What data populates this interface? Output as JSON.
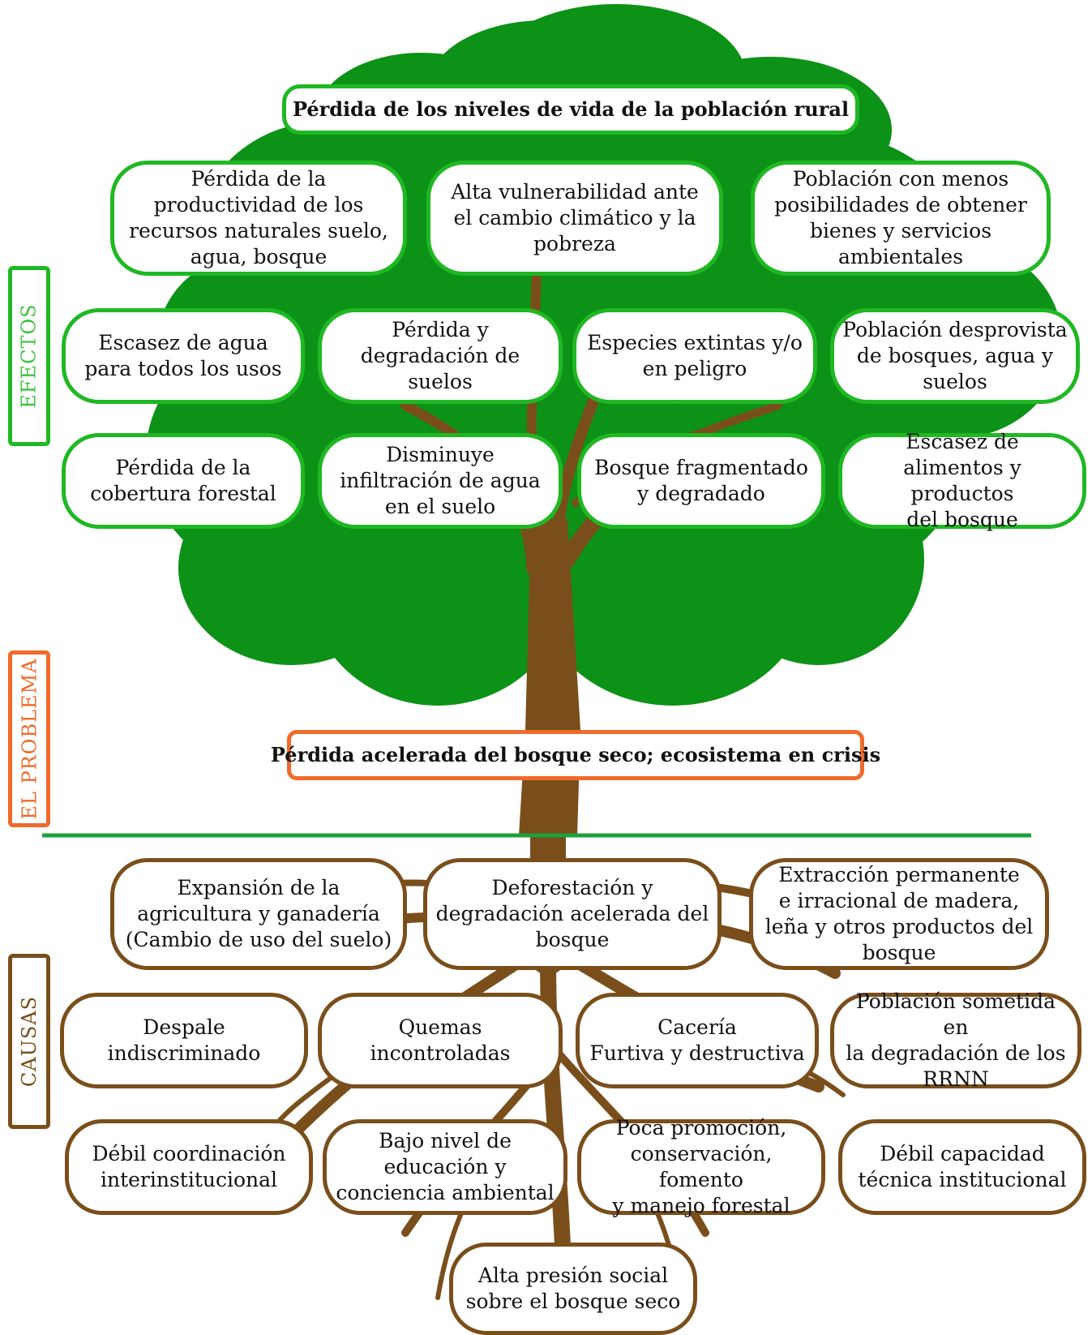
{
  "colors": {
    "foliage": "#0c9216",
    "trunk": "#7a4e1b",
    "effect_border": "#1fb823",
    "cause_border": "#7a4e1b",
    "problem_border": "#ef6a2b",
    "divider": "#1ea03a"
  },
  "side_labels": {
    "efectos": "EFECTOS",
    "problema": "EL PROBLEMA",
    "causas": "CAUSAS"
  },
  "top_effect": "Pérdida de los niveles de vida de la población rural",
  "problem": "Pérdida acelerada del bosque seco; ecosistema en crisis",
  "effects": {
    "row1": [
      "Pérdida de la\nproductividad de los\nrecursos naturales suelo,\nagua, bosque",
      "Alta vulnerabilidad ante\nel cambio climático y la\npobreza",
      "Población con menos\nposibilidades de obtener\nbienes y servicios\nambientales"
    ],
    "row2": [
      "Escasez de agua\npara todos los usos",
      "Pérdida y\ndegradación de\nsuelos",
      "Especies extintas y/o\nen peligro",
      "Población desprovista\nde bosques, agua y\nsuelos"
    ],
    "row3": [
      "Pérdida de la\ncobertura forestal",
      "Disminuye\ninfiltración de agua\nen el suelo",
      "Bosque fragmentado\ny degradado",
      "Escasez de\nalimentos y productos\ndel bosque"
    ]
  },
  "causes": {
    "row1": [
      "Expansión de la\nagricultura y ganadería\n(Cambio de uso del suelo)",
      "Deforestación y\ndegradación acelerada del\nbosque",
      "Extracción permanente\ne irracional de madera,\nleña y otros productos del\nbosque"
    ],
    "row2": [
      "Despale\nindiscriminado",
      "Quemas\nincontroladas",
      "Cacería\nFurtiva y destructiva",
      "Población sometida en\nla degradación de los\nRRNN"
    ],
    "row3": [
      "Débil coordinación\ninterinstitucional",
      "Bajo nivel de\neducación y\nconciencia ambiental",
      "Poca promoción,\nconservación, fomento\ny manejo forestal",
      "Débil capacidad\ntécnica institucional"
    ],
    "row4": [
      "Alta presión social\nsobre el bosque seco"
    ]
  }
}
